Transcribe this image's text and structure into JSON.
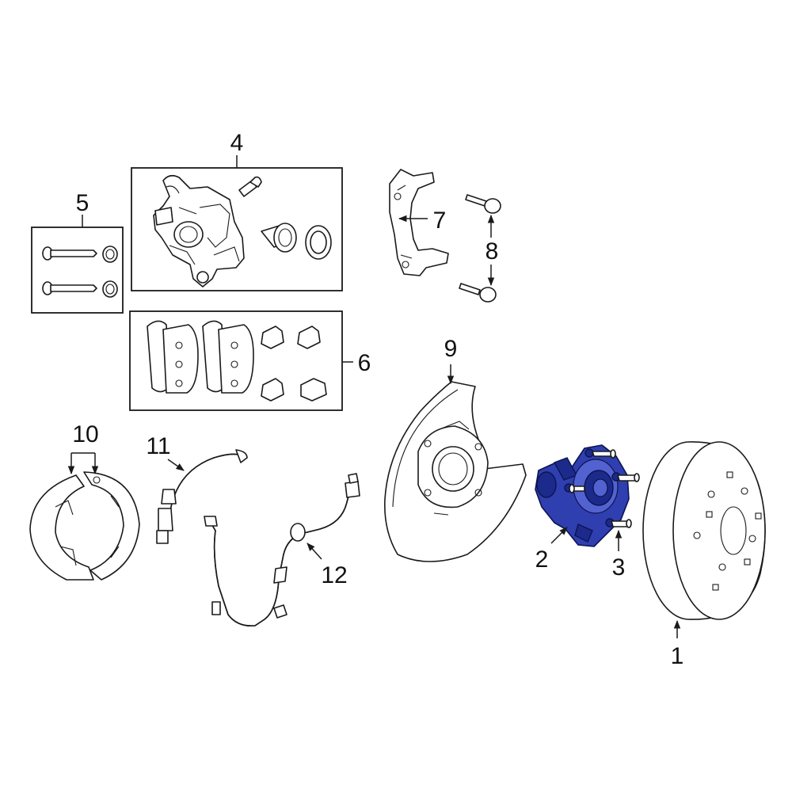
{
  "diagram": {
    "callouts": [
      {
        "id": "1",
        "text": "1"
      },
      {
        "id": "2",
        "text": "2"
      },
      {
        "id": "3",
        "text": "3"
      },
      {
        "id": "4",
        "text": "4"
      },
      {
        "id": "5",
        "text": "5"
      },
      {
        "id": "6",
        "text": "6"
      },
      {
        "id": "7",
        "text": "7"
      },
      {
        "id": "8",
        "text": "8"
      },
      {
        "id": "9",
        "text": "9"
      },
      {
        "id": "10",
        "text": "10"
      },
      {
        "id": "11",
        "text": "11"
      },
      {
        "id": "12",
        "text": "12"
      }
    ],
    "highlight_color": "#2f3fb0",
    "highlighted_part": "2"
  }
}
